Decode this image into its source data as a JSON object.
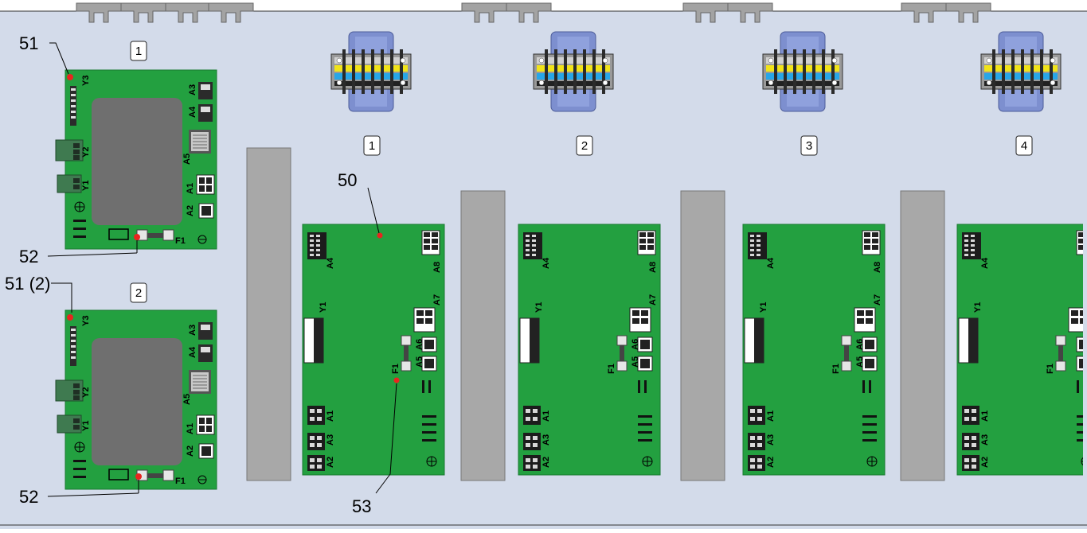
{
  "diagram": {
    "callouts": {
      "c51": "51",
      "c51b": "51 (2)",
      "c52a": "52",
      "c52b": "52",
      "c50": "50",
      "c53": "53"
    },
    "top_boards": [
      {
        "number": "1"
      },
      {
        "number": "2"
      }
    ],
    "terminal_blocks": [
      {
        "number": "1"
      },
      {
        "number": "2"
      },
      {
        "number": "3"
      },
      {
        "number": "4"
      }
    ],
    "small_board_labels": [
      "Y3",
      "A3",
      "A4",
      "A5",
      "Y2",
      "Y1",
      "A1",
      "A2",
      "F1"
    ],
    "large_board_labels": [
      "A4",
      "A8",
      "Y1",
      "A7",
      "A6",
      "A5",
      "F1",
      "A1",
      "A3",
      "A2"
    ],
    "colors": {
      "background": "#d3dbea",
      "pcb_green": "#23a040",
      "display_gray": "#6f6f6f",
      "rail_gray": "#a8a8a8",
      "led_red": "#e8251f",
      "din_blue": "#7d8fcf"
    }
  }
}
